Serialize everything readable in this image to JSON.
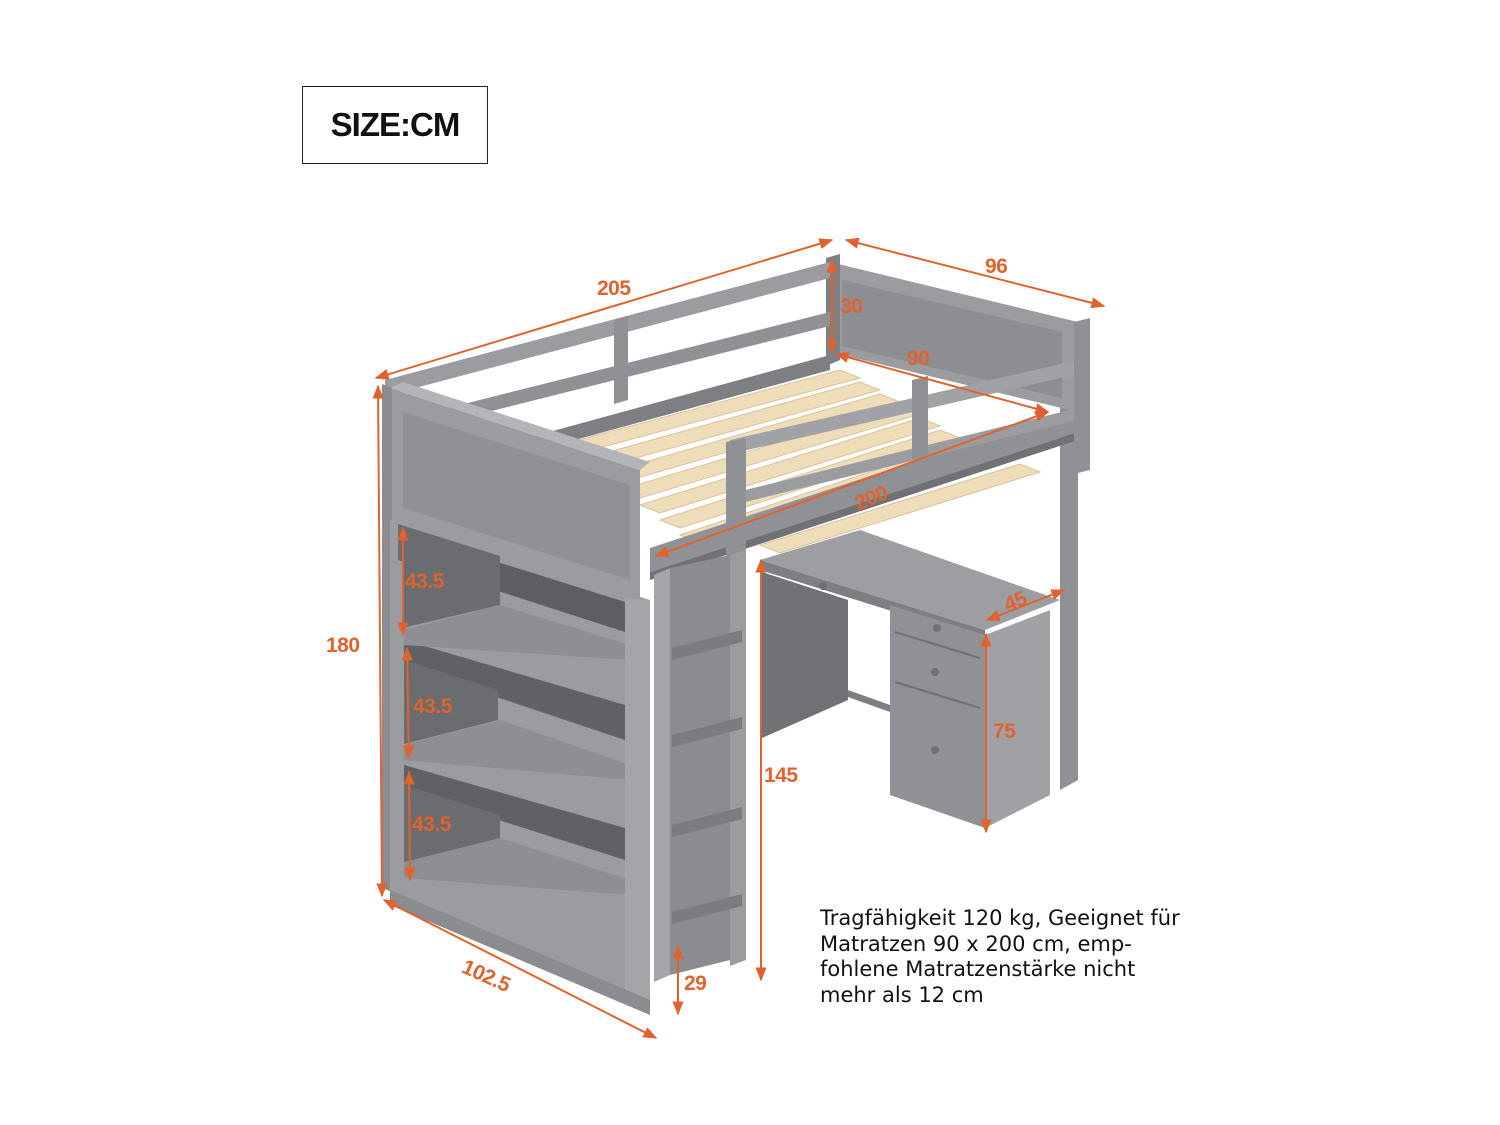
{
  "header": {
    "size_label": "SIZE:CM"
  },
  "dimensions": {
    "overall_length": "205",
    "overall_width": "96",
    "guardrail_height": "30",
    "mattress_width": "90",
    "mattress_length": "200",
    "overall_height": "180",
    "shelf_1_height": "43.5",
    "shelf_2_height": "43.5",
    "shelf_3_height": "43.5",
    "under_bed_clearance": "145",
    "desk_depth": "45",
    "desk_height": "75",
    "bookcase_depth": "102.5",
    "ladder_step_height": "29"
  },
  "note": {
    "lines": [
      "Tragfähigkeit 120 kg, Geeignet für",
      "Matratzen 90 x 200 cm, emp-",
      "fohlene Matratzenstärke nicht",
      "mehr als 12 cm"
    ]
  },
  "colors": {
    "dimension": "#e0622f",
    "frame": "#8f9194",
    "frame_dark": "#6f7174",
    "frame_light": "#a7a9ac",
    "slat": "#efdcb8"
  }
}
